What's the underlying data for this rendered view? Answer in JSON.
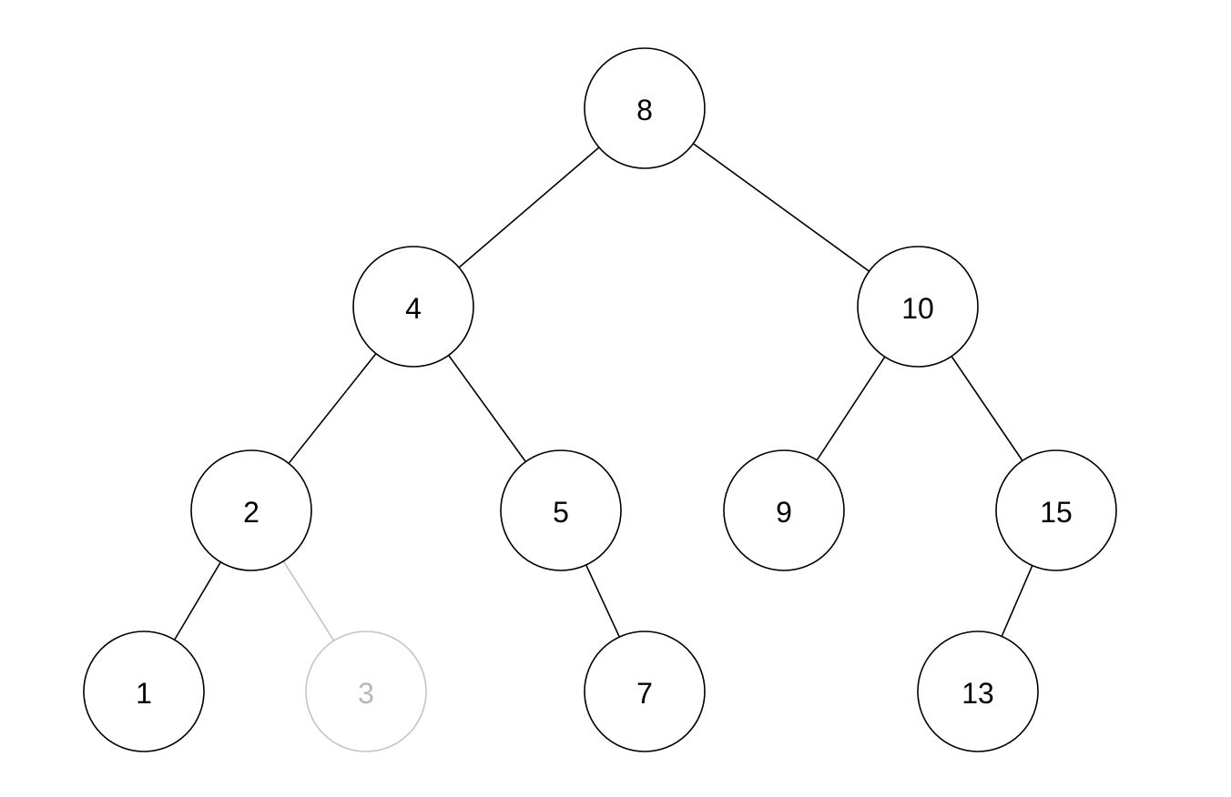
{
  "tree": {
    "nodes": [
      {
        "id": "n8",
        "label": "8",
        "state": "normal"
      },
      {
        "id": "n4",
        "label": "4",
        "state": "normal"
      },
      {
        "id": "n10",
        "label": "10",
        "state": "normal"
      },
      {
        "id": "n2",
        "label": "2",
        "state": "normal"
      },
      {
        "id": "n5",
        "label": "5",
        "state": "normal"
      },
      {
        "id": "n9",
        "label": "9",
        "state": "normal"
      },
      {
        "id": "n15",
        "label": "15",
        "state": "normal"
      },
      {
        "id": "n1",
        "label": "1",
        "state": "normal"
      },
      {
        "id": "n3",
        "label": "3",
        "state": "muted"
      },
      {
        "id": "n7",
        "label": "7",
        "state": "normal"
      },
      {
        "id": "n13",
        "label": "13",
        "state": "normal"
      }
    ],
    "edges": [
      {
        "from": "n8",
        "to": "n4",
        "state": "normal"
      },
      {
        "from": "n8",
        "to": "n10",
        "state": "normal"
      },
      {
        "from": "n4",
        "to": "n2",
        "state": "normal"
      },
      {
        "from": "n4",
        "to": "n5",
        "state": "normal"
      },
      {
        "from": "n10",
        "to": "n9",
        "state": "normal"
      },
      {
        "from": "n10",
        "to": "n15",
        "state": "normal"
      },
      {
        "from": "n2",
        "to": "n1",
        "state": "normal"
      },
      {
        "from": "n2",
        "to": "n3",
        "state": "muted"
      },
      {
        "from": "n5",
        "to": "n7",
        "state": "normal"
      },
      {
        "from": "n15",
        "to": "n13",
        "state": "normal"
      }
    ],
    "colors": {
      "stroke": "#000000",
      "muted_stroke": "#c4c4c4",
      "muted_text": "#b8b8b8",
      "fill": "#ffffff"
    }
  }
}
